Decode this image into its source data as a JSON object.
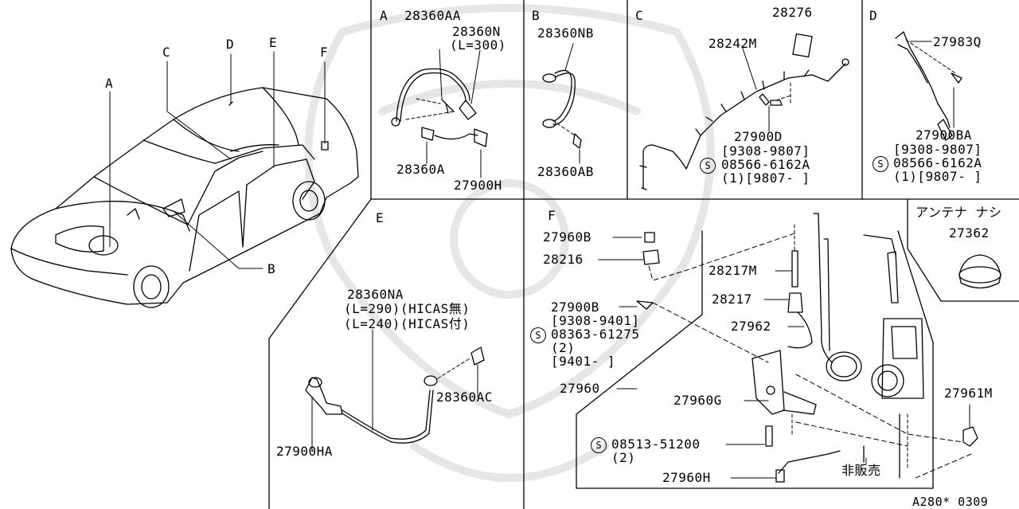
{
  "diagram": {
    "footer_code": "A280* 0309",
    "car_callouts": {
      "A": "A",
      "B": "B",
      "C": "C",
      "D": "D",
      "E": "E",
      "F": "F"
    },
    "sections": {
      "A": {
        "letter": "A",
        "parts": [
          "28360AA",
          "28360N",
          "(L=300)",
          "28360A",
          "27900H"
        ]
      },
      "B": {
        "letter": "B",
        "parts": [
          "28360NB",
          "28360AB"
        ]
      },
      "C": {
        "letter": "C",
        "parts": [
          "28276",
          "28242M",
          "27900D",
          "[9308-9807]",
          "08566-6162A",
          "(1)[9807- ]"
        ],
        "circle_s": "S"
      },
      "D": {
        "letter": "D",
        "parts": [
          "27983Q",
          "27900BA",
          "[9308-9807]",
          "08566-6162A",
          "(1)[9807- ]"
        ],
        "circle_s": "S"
      },
      "E": {
        "letter": "E",
        "parts": [
          "28360NA",
          "(L=290)(HICAS無)",
          "(L=240)(HICAS付)",
          "28360AC",
          "27900HA"
        ]
      },
      "F": {
        "letter": "F",
        "parts": [
          "27960B",
          "28216",
          "28217M",
          "28217",
          "27900B",
          "[9308-9401]",
          "08363-61275",
          "(2)",
          "[9401- ]",
          "27962",
          "27960",
          "27960G",
          "08513-51200",
          "(2)",
          "27960H",
          "27961M",
          "非販売"
        ],
        "circle_s": "S"
      },
      "antenna": {
        "title": "アンテナ ナシ",
        "part": "27362"
      }
    }
  }
}
